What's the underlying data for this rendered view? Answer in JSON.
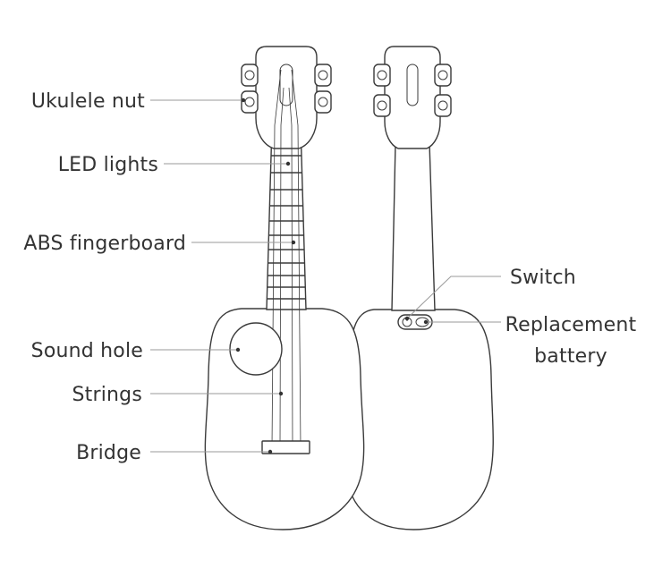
{
  "labels": {
    "nut": "Ukulele nut",
    "led": "LED lights",
    "fingerboard": "ABS fingerboard",
    "sound_hole": "Sound hole",
    "strings": "Strings",
    "bridge": "Bridge",
    "switch": "Switch",
    "battery_line1": "Replacement",
    "battery_line2": "battery"
  },
  "colors": {
    "outline": "#3a3a3a",
    "label_text": "#333333",
    "leader": "#9a9a9a",
    "background": "#ffffff"
  }
}
